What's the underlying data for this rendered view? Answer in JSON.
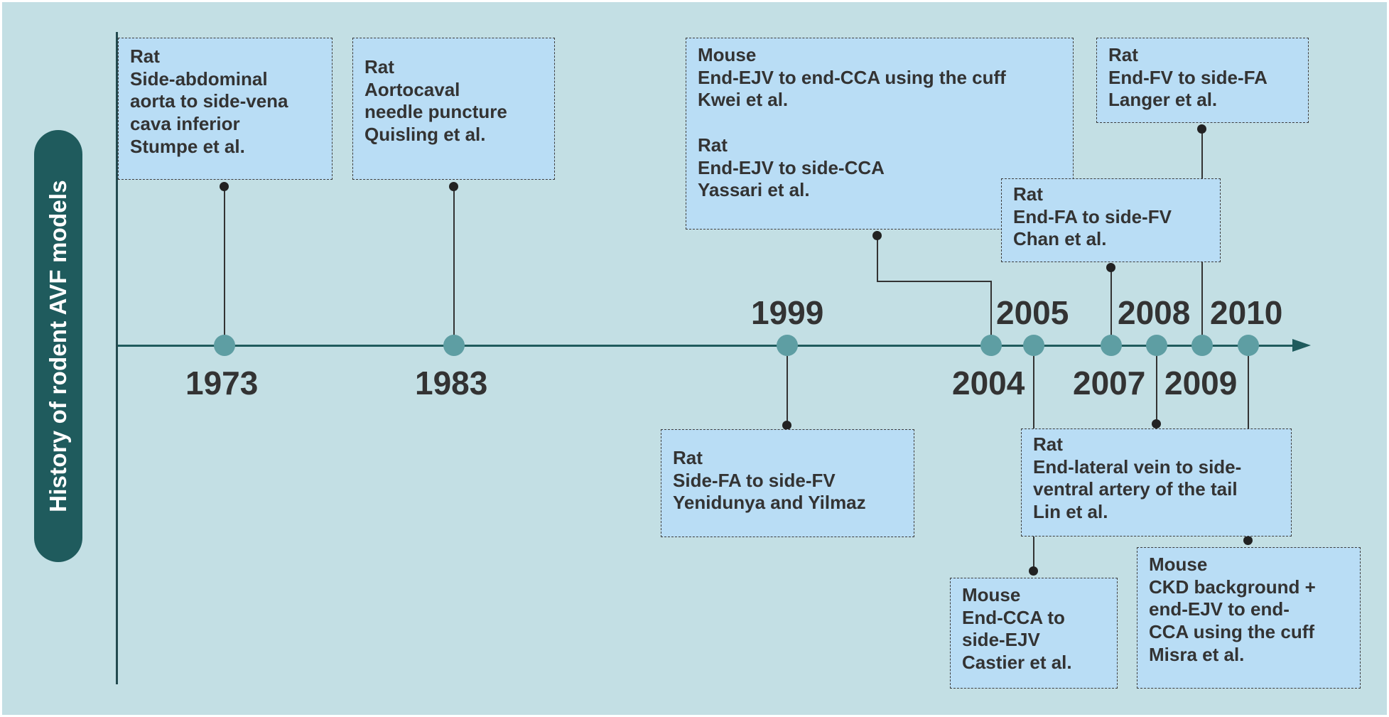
{
  "side_title": "History of rodent AVF models",
  "years": {
    "y1973": "1973",
    "y1983": "1983",
    "y1999": "1999",
    "y2004": "2004",
    "y2005": "2005",
    "y2007": "2007",
    "y2008": "2008",
    "y2009": "2009",
    "y2010": "2010"
  },
  "cards": {
    "stumpe": "Rat\nSide-abdominal\naorta to side-vena\ncava inferior\nStumpe et al.",
    "quisling": "Rat\nAortocaval\nneedle puncture\nQuisling et al.",
    "kwei_yassari": "Mouse\nEnd-EJV to end-CCA using the cuff\nKwei et al.\n\nRat\nEnd-EJV to side-CCA\nYassari et al.",
    "chan": "Rat\nEnd-FA to side-FV\nChan et al.",
    "langer": "Rat\nEnd-FV to side-FA\nLanger et al.",
    "yenidunya": "Rat\nSide-FA to side-FV\nYenidunya and Yilmaz",
    "lin": "Rat\nEnd-lateral vein to side-\nventral artery of the tail\nLin et al.",
    "castier": "Mouse\nEnd-CCA to\nside-EJV\nCastier et al.",
    "misra": "Mouse\nCKD background +\nend-EJV to end-\nCCA using the cuff\nMisra et al."
  }
}
